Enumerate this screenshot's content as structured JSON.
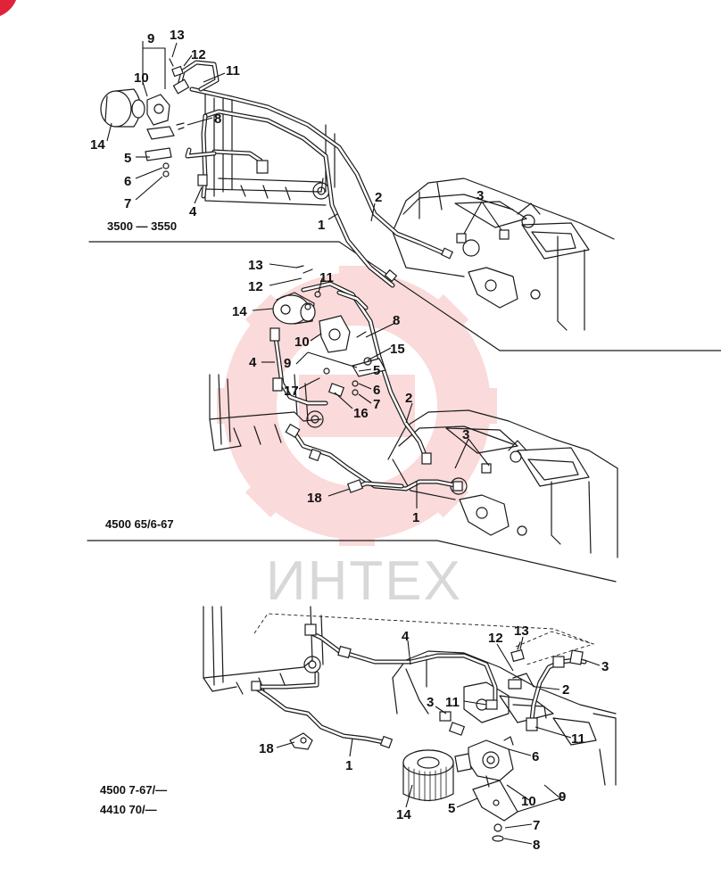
{
  "watermark": {
    "text": "ИНТЕХ",
    "color": "#e83a3a"
  },
  "sections": [
    {
      "caption": "3500 — 3550",
      "callouts": {
        "n1": "1",
        "n2": "2",
        "n3": "3",
        "n4": "4",
        "n5": "5",
        "n6": "6",
        "n7": "7",
        "n8": "8",
        "n9": "9",
        "n10": "10",
        "n11": "11",
        "n12": "12",
        "n13": "13",
        "n14": "14"
      }
    },
    {
      "caption": "4500 65/6-67",
      "callouts": {
        "n1": "1",
        "n2": "2",
        "n3": "3",
        "n4": "4",
        "n5": "5",
        "n6": "6",
        "n7": "7",
        "n8": "8",
        "n9": "9",
        "n10": "10",
        "n11": "11",
        "n12": "12",
        "n13": "13",
        "n14": "14",
        "n15": "15",
        "n16": "16",
        "n17": "17",
        "n18": "18"
      }
    },
    {
      "caption_line1": "4500 7-67/—",
      "caption_line2": "4410 70/—",
      "callouts": {
        "n1": "1",
        "n2": "2",
        "n3a": "3",
        "n3b": "3",
        "n4": "4",
        "n5": "5",
        "n6": "6",
        "n7": "7",
        "n8": "8",
        "n9": "9",
        "n10": "10",
        "n11a": "11",
        "n11b": "11",
        "n12": "12",
        "n13": "13",
        "n14": "14",
        "n18": "18"
      }
    }
  ]
}
